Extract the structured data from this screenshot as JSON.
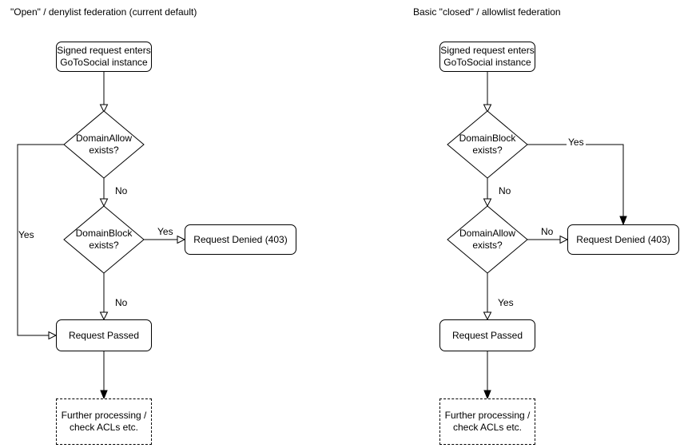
{
  "colors": {
    "stroke": "#000000",
    "background": "#ffffff"
  },
  "left_flow": {
    "title": "\"Open\" / denylist federation (current default)",
    "start": "Signed request enters\nGoToSocial instance",
    "decision1": "DomainAllow\nexists?",
    "decision1_no": "No",
    "decision1_yes": "Yes",
    "decision2": "DomainBlock\nexists?",
    "decision2_yes": "Yes",
    "decision2_no": "No",
    "denied": "Request Denied (403)",
    "passed": "Request Passed",
    "further": "Further processing /\ncheck ACLs etc."
  },
  "right_flow": {
    "title": "Basic \"closed\" / allowlist federation",
    "start": "Signed request enters\nGoToSocial instance",
    "decision1": "DomainBlock\nexists?",
    "decision1_yes": "Yes",
    "decision1_no": "No",
    "decision2": "DomainAllow\nexists?",
    "decision2_no": "No",
    "decision2_yes": "Yes",
    "denied": "Request Denied (403)",
    "passed": "Request Passed",
    "further": "Further processing /\ncheck ACLs etc."
  }
}
